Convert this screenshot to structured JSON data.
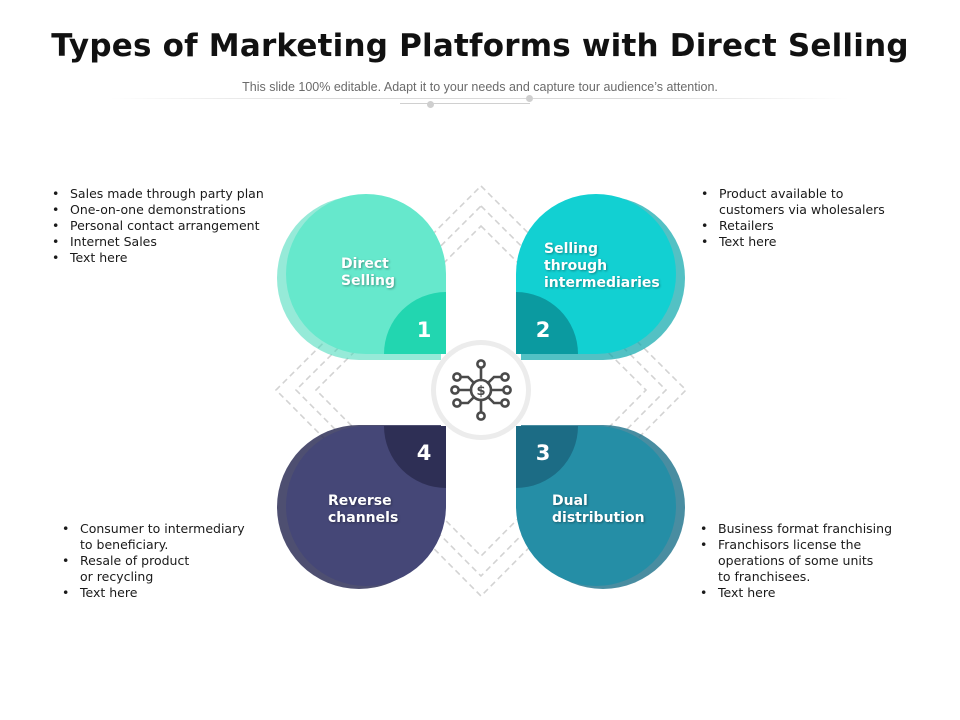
{
  "title": "Types of Marketing Platforms with Direct Selling",
  "subtitle": "This slide 100% editable. Adapt it to your needs and capture tour audience’s attention.",
  "center_icon": "network-dollar-icon",
  "colors": {
    "petal1": "#66e8cc",
    "petal1_accent": "#22d6b0",
    "petal2": "#12d0d2",
    "petal2_accent": "#0b9aa0",
    "petal3": "#258ea6",
    "petal3_accent": "#1c6c85",
    "petal4": "#454777",
    "petal4_accent": "#2e2f55"
  },
  "petals": [
    {
      "number": "1",
      "label_line1": "Direct",
      "label_line2": "Selling",
      "label_line3": ""
    },
    {
      "number": "2",
      "label_line1": "Selling",
      "label_line2": "through",
      "label_line3": "intermediaries"
    },
    {
      "number": "3",
      "label_line1": "Dual",
      "label_line2": "distribution",
      "label_line3": ""
    },
    {
      "number": "4",
      "label_line1": "Reverse",
      "label_line2": "channels",
      "label_line3": ""
    }
  ],
  "bullets": {
    "top_left": [
      "Sales made through party plan",
      "One-on-one demonstrations",
      "Personal contact arrangement",
      "Internet Sales",
      "Text here"
    ],
    "top_right": [
      "Product available to\ncustomers via wholesalers",
      "Retailers",
      "Text here"
    ],
    "bottom_left": [
      "Consumer  to intermediary\nto beneficiary.",
      "Resale of product\nor recycling",
      "Text here"
    ],
    "bottom_right": [
      "Business format franchising",
      "Franchisors license the\noperations of some units\nto franchisees.",
      "Text here"
    ]
  }
}
